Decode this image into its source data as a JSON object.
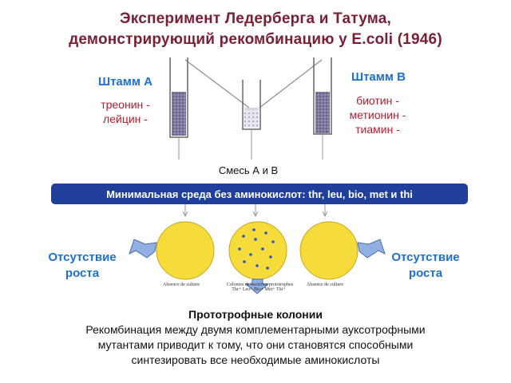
{
  "title": {
    "line1": "Эксперимент Ледерберга и Татума,",
    "line2": "демонстрирующий рекомбинацию у E.coli (1946)"
  },
  "strain_a": {
    "name": "Штамм А",
    "markers": [
      "треонин -",
      "лейцин -"
    ]
  },
  "strain_b": {
    "name": "Штамм В",
    "markers": [
      "биотин -",
      "метионин -",
      "тиамин -"
    ]
  },
  "mix_label": "Смесь А и В",
  "medium_label": "Минимальная среда без аминокислот: thr, leu, bio, met и thi",
  "absence_left": {
    "line1": "Отсутствие",
    "line2": "роста"
  },
  "absence_right": {
    "line1": "Отсутствие",
    "line2": "роста"
  },
  "plate_captions": {
    "left": "Absence de culture",
    "middle": [
      "Colonies de bactéries prototrophes",
      "Thr+ Leu+ Bio+ Met+ Thi+"
    ],
    "right": "Absence de culture"
  },
  "conclusion": {
    "heading": "Прототрофные колонии",
    "lines": [
      "Рекомбинация между двумя комплементарными ауксотрофными",
      "мутантами приводит к тому, что они становятся способными",
      "синтезировать все необходимые аминокислоты"
    ]
  },
  "colors": {
    "title": "#7a1f33",
    "strain_title": "#1d6fd6",
    "strain_marker": "#b41e2e",
    "medium_bar": "#1f3f9a",
    "plate": "#f6dc3a",
    "colony": "#2a56c8",
    "arrow": "#8fb0e0"
  }
}
